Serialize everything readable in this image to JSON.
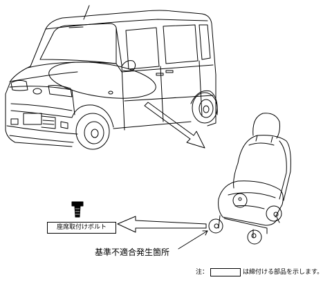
{
  "labels": {
    "bolt": "座席取付けボルト",
    "failure_location": "基準不適合発生箇所"
  },
  "note": {
    "prefix": "注：",
    "suffix": "は締付ける部品を示します。"
  }
}
